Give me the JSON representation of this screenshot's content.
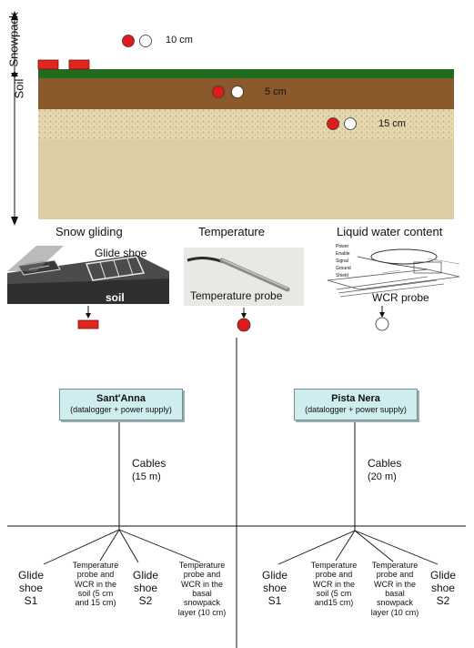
{
  "profile": {
    "snowpack_label": "Snowpack",
    "soil_label": "Soil",
    "colors": {
      "grass": "#1f6b1f",
      "topsoil": "#8a5a2c",
      "gravel": "#e6d8ae",
      "subsoil": "#dccfa6",
      "red_sensor": "#e11b1b",
      "white_sensor": "#ffffff",
      "glide_shoe": "#e0261f"
    },
    "depths": [
      {
        "label": "10 cm"
      },
      {
        "label": "5 cm"
      },
      {
        "label": "15 cm"
      }
    ]
  },
  "instruments": [
    {
      "heading": "Snow gliding",
      "photo_label": "Glide shoe",
      "photo_sublabel": "soil",
      "marker": "red-rectangle"
    },
    {
      "heading": "Temperature",
      "photo_label": "Temperature probe",
      "marker": "red-circle"
    },
    {
      "heading": "Liquid water content",
      "photo_label": "WCR probe",
      "marker": "white-circle",
      "wire_labels": [
        "Power",
        "Enable",
        "Signal",
        "Ground",
        "Shield"
      ]
    }
  ],
  "stations": [
    {
      "name": "Sant'Anna",
      "sub": "(datalogger + power supply)",
      "cables_label": "Cables",
      "cables_length": "(15 m)",
      "sensors": [
        {
          "lines": [
            "Glide",
            "shoe",
            "S1"
          ]
        },
        {
          "lines": [
            "Temperature",
            "probe and",
            "WCR in the",
            "soil (5 cm",
            "and 15 cm)"
          ]
        },
        {
          "lines": [
            "Glide",
            "shoe",
            "S2"
          ]
        },
        {
          "lines": [
            "Temperature",
            "probe and",
            "WCR in the",
            "basal",
            "snowpack",
            "layer (10 cm)"
          ]
        }
      ]
    },
    {
      "name": "Pista Nera",
      "sub": "(datalogger + power supply)",
      "cables_label": "Cables",
      "cables_length": "(20 m)",
      "sensors": [
        {
          "lines": [
            "Glide",
            "shoe",
            "S1"
          ]
        },
        {
          "lines": [
            "Temperature",
            "probe and",
            "WCR in the",
            "soil (5 cm",
            "and15 cm)"
          ]
        },
        {
          "lines": [
            "Temperature",
            "probe and",
            "WCR in the",
            "basal",
            "snowpack",
            "layer (10 cm)"
          ]
        },
        {
          "lines": [
            "Glide",
            "shoe",
            "S2"
          ]
        }
      ]
    }
  ]
}
